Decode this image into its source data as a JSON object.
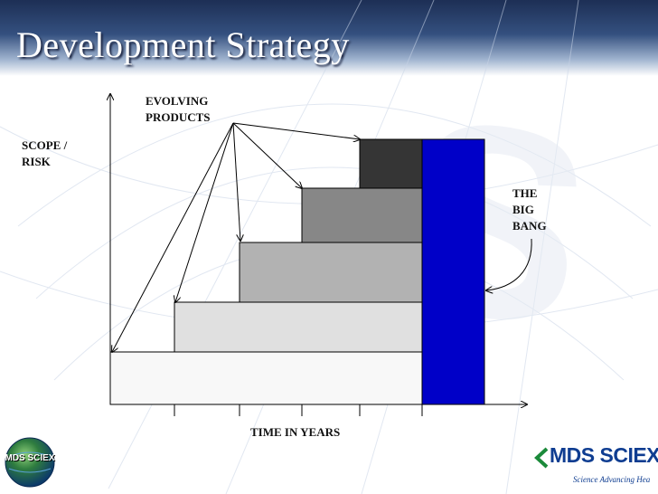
{
  "slide": {
    "title": "Development Strategy"
  },
  "diagram": {
    "y_axis_label_line1": "SCOPE /",
    "y_axis_label_line2": "RISK",
    "x_axis_label": "TIME IN YEARS",
    "products_label_line1": "EVOLVING",
    "products_label_line2": "PRODUCTS",
    "big_bang_line1": "THE",
    "big_bang_line2": "BIG",
    "big_bang_line3": "BANG",
    "step_count": 5,
    "colors": {
      "step1": "#f8f8f8",
      "step2": "#e0e0e0",
      "step3": "#b2b2b2",
      "step4": "#878787",
      "step5": "#353535",
      "big_bang": "#0000c8",
      "axis": "#000000"
    }
  },
  "logos": {
    "left_text": "MDS SCIEX",
    "right_wordmark": "MDS SCIEX",
    "right_tagline": "Science Advancing Hea"
  }
}
